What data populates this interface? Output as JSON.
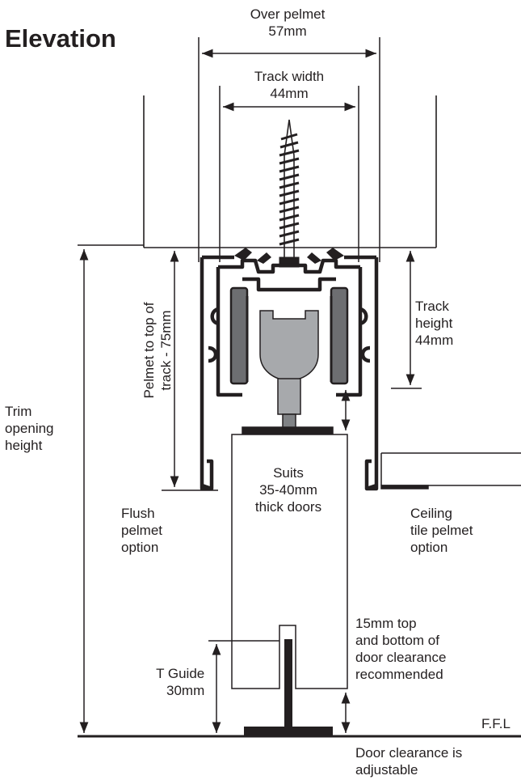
{
  "title": "Elevation",
  "dimensions": {
    "over_pelmet": [
      "Over pelmet",
      "57mm"
    ],
    "track_width": [
      "Track width",
      "44mm"
    ],
    "track_height": [
      "Track",
      "height",
      "44mm"
    ],
    "pelmet_to_top": [
      "Pelmet to top of",
      "track - 75mm"
    ],
    "trim_opening": [
      "Trim",
      "opening",
      "height"
    ],
    "t_guide": [
      "T Guide",
      "30mm"
    ]
  },
  "labels": {
    "door": [
      "Suits",
      "35-40mm",
      "thick doors"
    ],
    "flush_pelmet": [
      "Flush",
      "pelmet",
      "option"
    ],
    "ceiling_tile": [
      "Ceiling",
      "tile pelmet",
      "option"
    ],
    "clearance_note": [
      "15mm top",
      "and bottom of",
      "door clearance",
      "recommended"
    ],
    "ffl": "F.F.L",
    "adjustable": [
      "Door clearance is",
      "adjustable"
    ]
  },
  "colors": {
    "ink": "#231f20",
    "roller": "#6d6e71",
    "hanger": "#a7a9ac",
    "hanger_dark": "#808285"
  }
}
